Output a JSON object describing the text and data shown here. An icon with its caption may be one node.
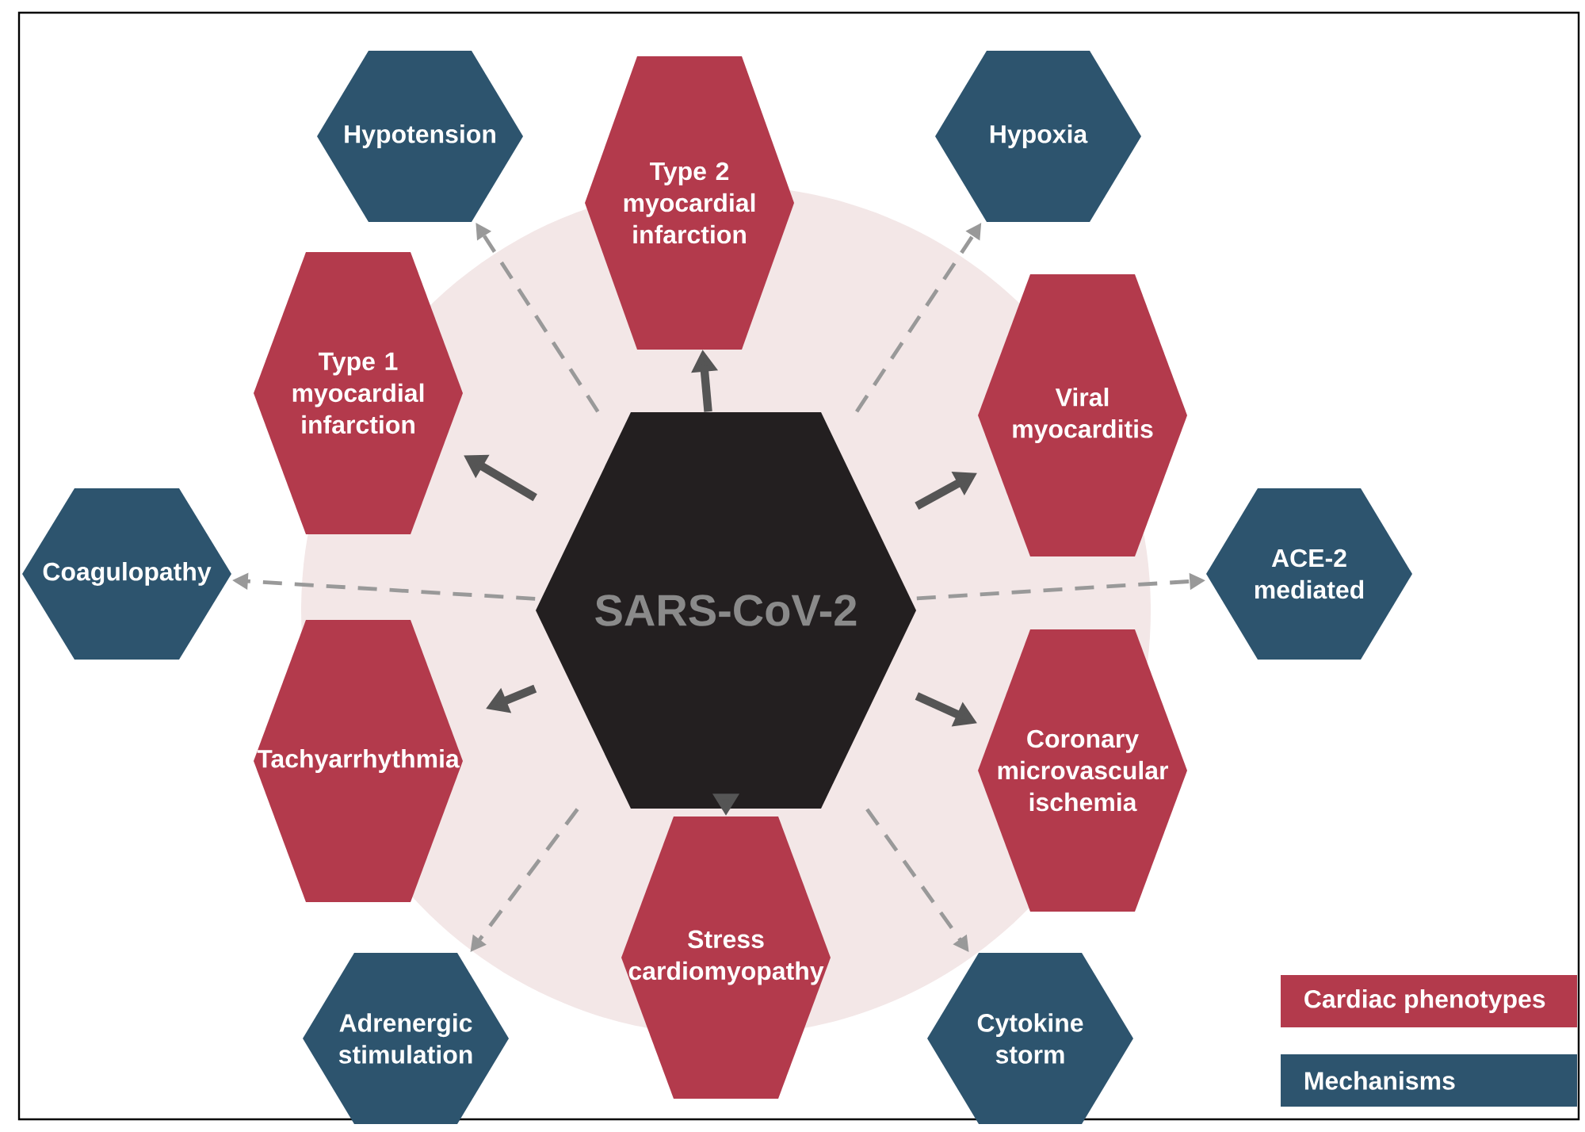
{
  "diagram": {
    "nodes": [
      {
        "text": [
          "Hypotension"
        ]
      },
      {
        "text": [
          "Type 2 myocardial infarction"
        ]
      },
      {
        "text": [
          "Hypoxia"
        ]
      },
      {
        "text": [
          "Type 1 myocardial infarction"
        ]
      },
      {
        "text": [
          "Viral myocarditis"
        ]
      },
      {
        "text": [
          "Coagulopathy"
        ]
      },
      {
        "text": [
          "SARS-CoV-2"
        ]
      },
      {
        "text": [
          "ACE-2 mediated"
        ]
      },
      {
        "text": [
          "Tachyarrhythmia"
        ]
      },
      {
        "text": [
          "Coronary microvascular ischemia"
        ]
      },
      {
        "text": [
          "Stress cardiomyopathy"
        ]
      },
      {
        "text": [
          "Adrenergic stimulation"
        ]
      },
      {
        "text": [
          "Cytokine storm"
        ]
      }
    ],
    "edges": [
      {
        "from": 6,
        "to": 1,
        "arrow": "to",
        "style": "thick"
      },
      {
        "from": 6,
        "to": 3,
        "arrow": "to",
        "style": "thick"
      },
      {
        "from": 6,
        "to": 4,
        "arrow": "to",
        "style": "thick"
      },
      {
        "from": 6,
        "to": 8,
        "arrow": "to",
        "style": "thick"
      },
      {
        "from": 6,
        "to": 9,
        "arrow": "to",
        "style": "thick"
      },
      {
        "from": 6,
        "to": 10,
        "arrow": "to",
        "style": "thick"
      },
      {
        "from": 6,
        "to": 0,
        "arrow": "to",
        "style": "dashed",
        "color": "#999999"
      },
      {
        "from": 6,
        "to": 2,
        "arrow": "to",
        "style": "dashed",
        "color": "#999999"
      },
      {
        "from": 6,
        "to": 5,
        "arrow": "to",
        "style": "dashed",
        "color": "#999999"
      },
      {
        "from": 6,
        "to": 7,
        "arrow": "to",
        "style": "dashed",
        "color": "#999999"
      },
      {
        "from": 6,
        "to": 11,
        "arrow": "to",
        "style": "dashed",
        "color": "#999999"
      },
      {
        "from": 6,
        "to": 12,
        "arrow": "to",
        "style": "dashed",
        "color": "#999999"
      }
    ],
    "legend": [
      {
        "text": "Cardiac phenotypes",
        "color": "#b33a4c"
      },
      {
        "text": "Mechanisms",
        "color": "#2d546e"
      }
    ]
  }
}
